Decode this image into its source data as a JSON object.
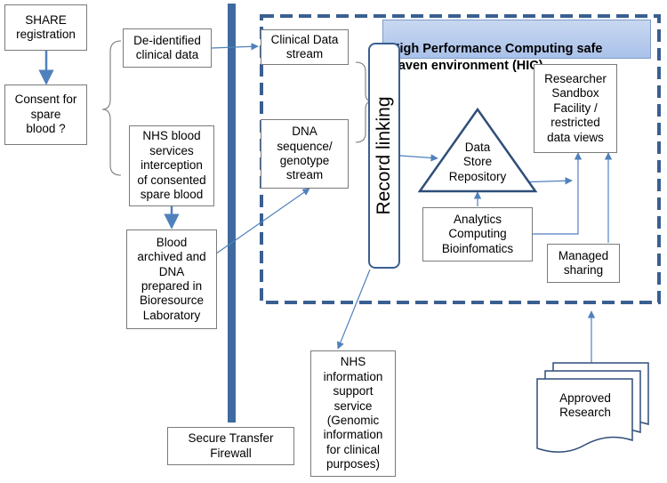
{
  "nodes": {
    "share_registration": "SHARE\nregistration",
    "consent": "Consent for\nspare\nblood ?",
    "deidentified": "De-identified\nclinical data",
    "nhs_blood": "NHS blood\nservices\ninterception\nof consented\nspare blood",
    "blood_archived": "Blood\narchived and\nDNA\nprepared in\nBioresource\nLaboratory",
    "clinical_stream": "Clinical Data\nstream",
    "dna_stream": "DNA\nsequence/\ngenotype\nstream",
    "hic_title": "High Performance Computing safe\nhaven environment (HIC)",
    "record_linking": "Record linking",
    "data_store": "Data\nStore\nRepository",
    "researcher_sandbox": "Researcher\nSandbox\nFacility /\nrestricted\ndata views",
    "analytics": "Analytics\nComputing\nBioinfomatics",
    "managed_sharing": "Managed\nsharing",
    "nhs_info": "NHS\ninformation\nsupport\nservice\n(Genomic\ninformation\nfor clinical\npurposes)",
    "secure_transfer": "Secure Transfer\nFirewall",
    "approved_research": "Approved\nResearch"
  },
  "colors": {
    "arrow": "#4f81bd",
    "firewall": "#3f6aa0",
    "border_dash": "#3a5f91",
    "node_border": "#7a7a7a"
  }
}
